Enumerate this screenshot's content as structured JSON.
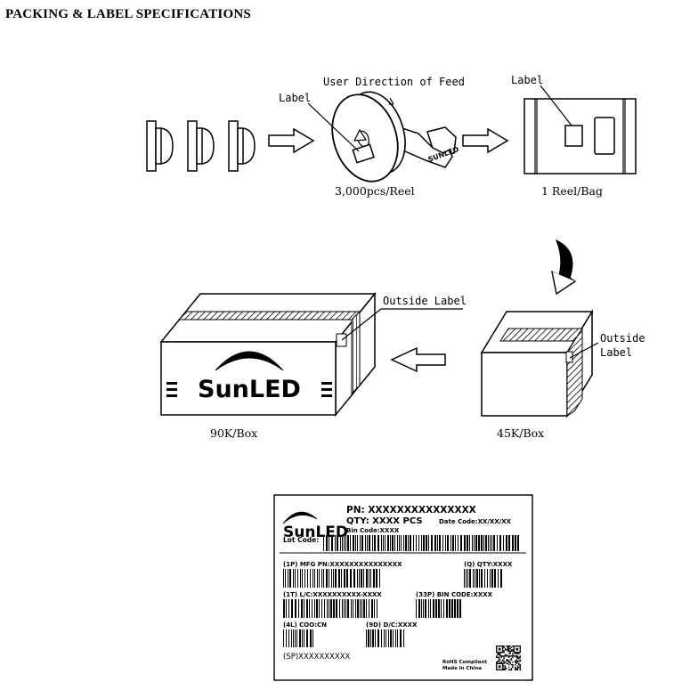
{
  "page": {
    "title": "PACKING & LABEL SPECIFICATIONS"
  },
  "reel_section": {
    "feed_label": "User Direction of Feed",
    "reel_label_callout": "Label",
    "reel_caption": "3,000pcs/Reel",
    "bag_label_callout": "Label",
    "bag_caption": "1 Reel/Bag"
  },
  "box_section": {
    "big_box_callout": "Outside Label",
    "big_box_brand": "SunLED",
    "big_box_caption": "90K/Box",
    "small_box_callout_line1": "Outside",
    "small_box_callout_line2": "Label",
    "small_box_caption": "45K/Box"
  },
  "label_card": {
    "brand": "SunLED",
    "pn": "PN: XXXXXXXXXXXXXXX",
    "qty": "QTY: XXXX PCS",
    "date_code": "Date Code:XX/XX/XX",
    "bin_code": "Bin Code:XXXX",
    "lot_code": "Lot Code:",
    "mfg_pn": "(1P) MFG PN:XXXXXXXXXXXXXXX",
    "q_qty": "(Q) QTY:XXXX",
    "lc": "(1T) L/C:XXXXXXXXXX-XXXX",
    "bin_33p": "(33P) BIN CODE:XXXX",
    "coo": "(4L) COO:CN",
    "dc": "(9D) D/C:XXXX",
    "sp": "(SP)XXXXXXXXXX",
    "rohs": "RoHS Compliant",
    "made_in": "Made in China"
  }
}
